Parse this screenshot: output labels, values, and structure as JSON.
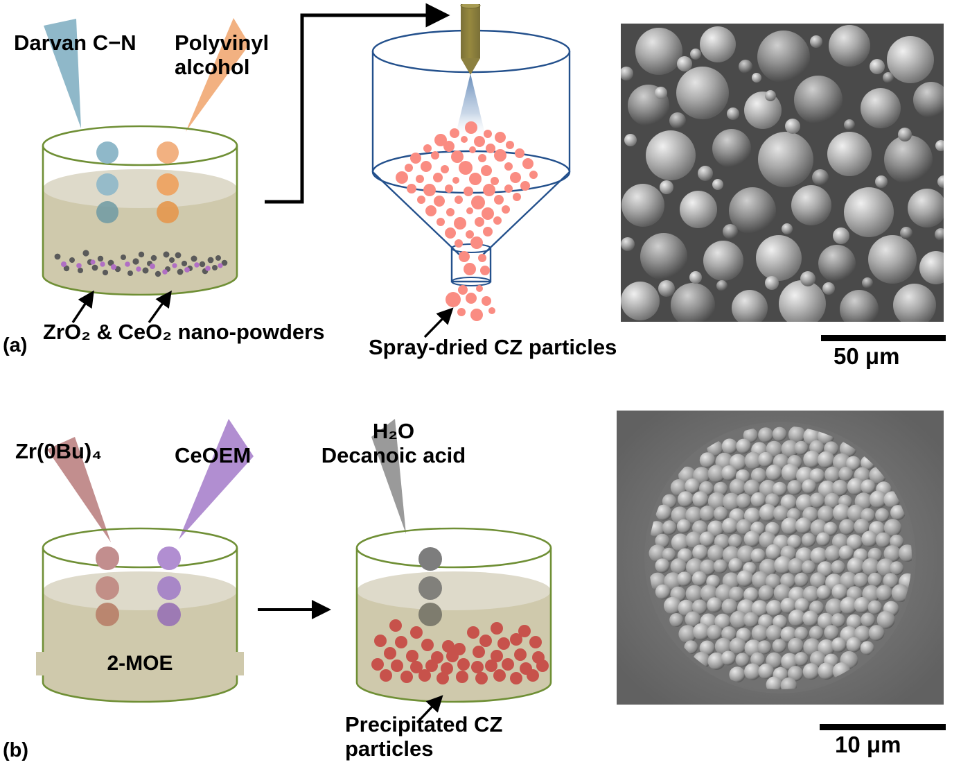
{
  "figure": {
    "panels": [
      {
        "tag": "(a)",
        "reagents": [
          {
            "name": "darvan-c-n",
            "label": "Darvan C−N",
            "color": "#8fb8c9"
          },
          {
            "name": "polyvinyl-alcohol",
            "label": "Polyvinyl\nalcohol",
            "color": "#f2b181"
          }
        ],
        "beaker_captions": [
          {
            "name": "nano-powders",
            "label": "ZrO₂ & CeO₂ nano-powders"
          }
        ],
        "process_caption": {
          "name": "spray-dried-particles",
          "label": "Spray-dried CZ particles"
        },
        "sem": {
          "name": "sem-spray-dried",
          "scale_label": "50 μm",
          "background": "#6e6e6e"
        }
      },
      {
        "tag": "(b)",
        "reagents": [
          {
            "name": "zirconium-butoxide",
            "label": "Zr(0Bu)₄",
            "color": "#c28e8e"
          },
          {
            "name": "ceoem",
            "label": "CeOEM",
            "color": "#b18ed1"
          },
          {
            "name": "water-decanoic-acid",
            "label": "H₂O\nDecanoic acid",
            "color": "#9a9a9a"
          }
        ],
        "solvent_label": "2-MOE",
        "process_caption": {
          "name": "precipitated-particles",
          "label": "Precipitated CZ\nparticles"
        },
        "sem": {
          "name": "sem-precipitated",
          "scale_label": "10 μm",
          "background": "#6b6b6b"
        }
      }
    ],
    "colors": {
      "beaker_rim": "#6f8f35",
      "liquid_body": "#cfc9ac",
      "liquid_surface": "#dedaca",
      "dryer_outline": "#23508c",
      "nozzle": "#8c8040",
      "spray_cone": "#7d9dc4",
      "spray_particle": "#fa8c82",
      "precipitate_particle": "#c7524b",
      "zro2_powder": "#5a5a5a",
      "ceo2_powder": "#b06fc4",
      "arrow": "#000000"
    }
  }
}
